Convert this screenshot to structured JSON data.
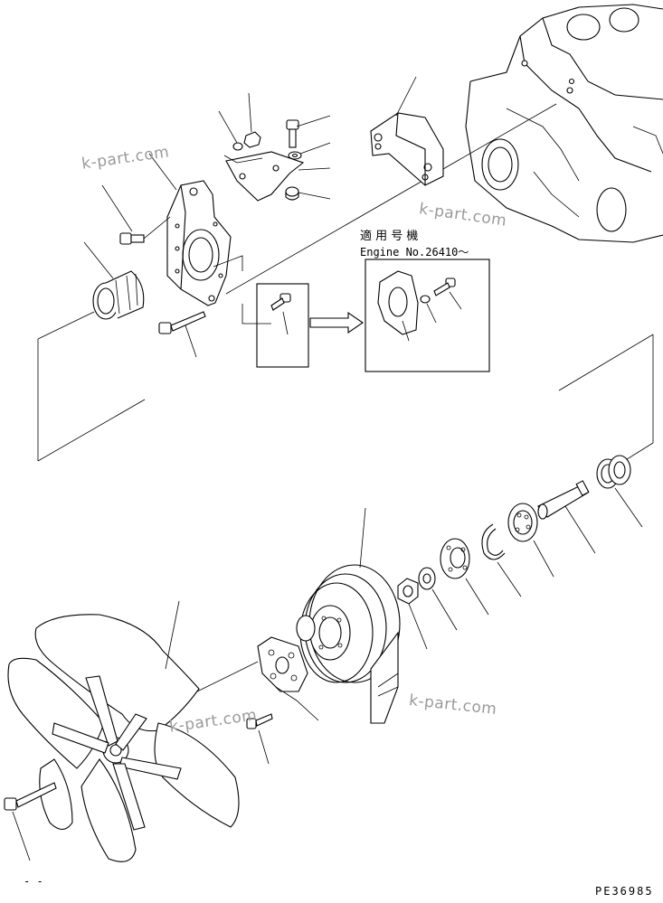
{
  "watermark": "k-part.com",
  "serial_note": {
    "title": "適 用 号 機",
    "engine_no": "Engine No.26410～"
  },
  "footer": {
    "corner_mark": "- -",
    "drawing_code": "PE36985"
  },
  "colors": {
    "line": "#000000",
    "watermark": "#9a9a9a",
    "background": "#ffffff"
  }
}
